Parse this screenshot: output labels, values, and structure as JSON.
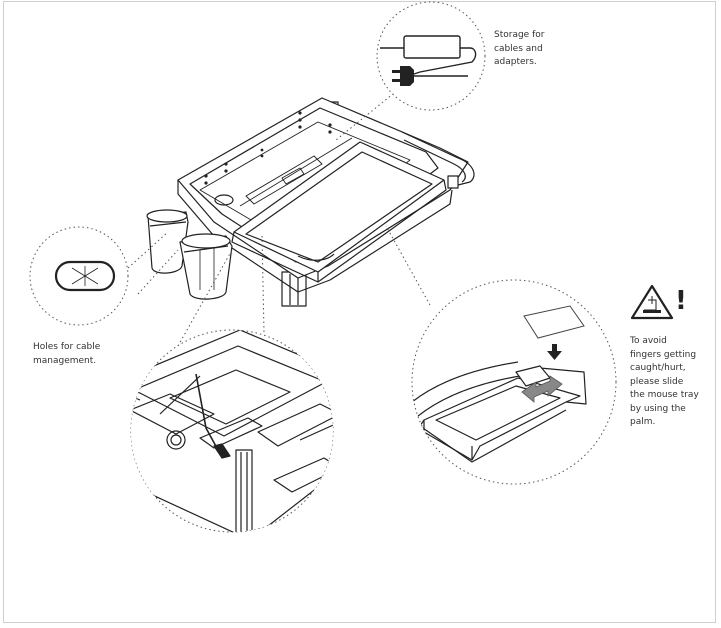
{
  "labels": {
    "storage": "Storage for\ncables and\nadapters.",
    "holes": "Holes for cable\nmanagement.",
    "warning": "To avoid\nfingers getting\ncaught/hurt,\nplease slide\nthe mouse tray\nby using the\npalm."
  },
  "icons": {
    "warning_symbol": "pinch-hazard-warning-icon",
    "exclamation": "!"
  },
  "colors": {
    "line": "#222222",
    "callout": "#555555",
    "text": "#333333"
  }
}
